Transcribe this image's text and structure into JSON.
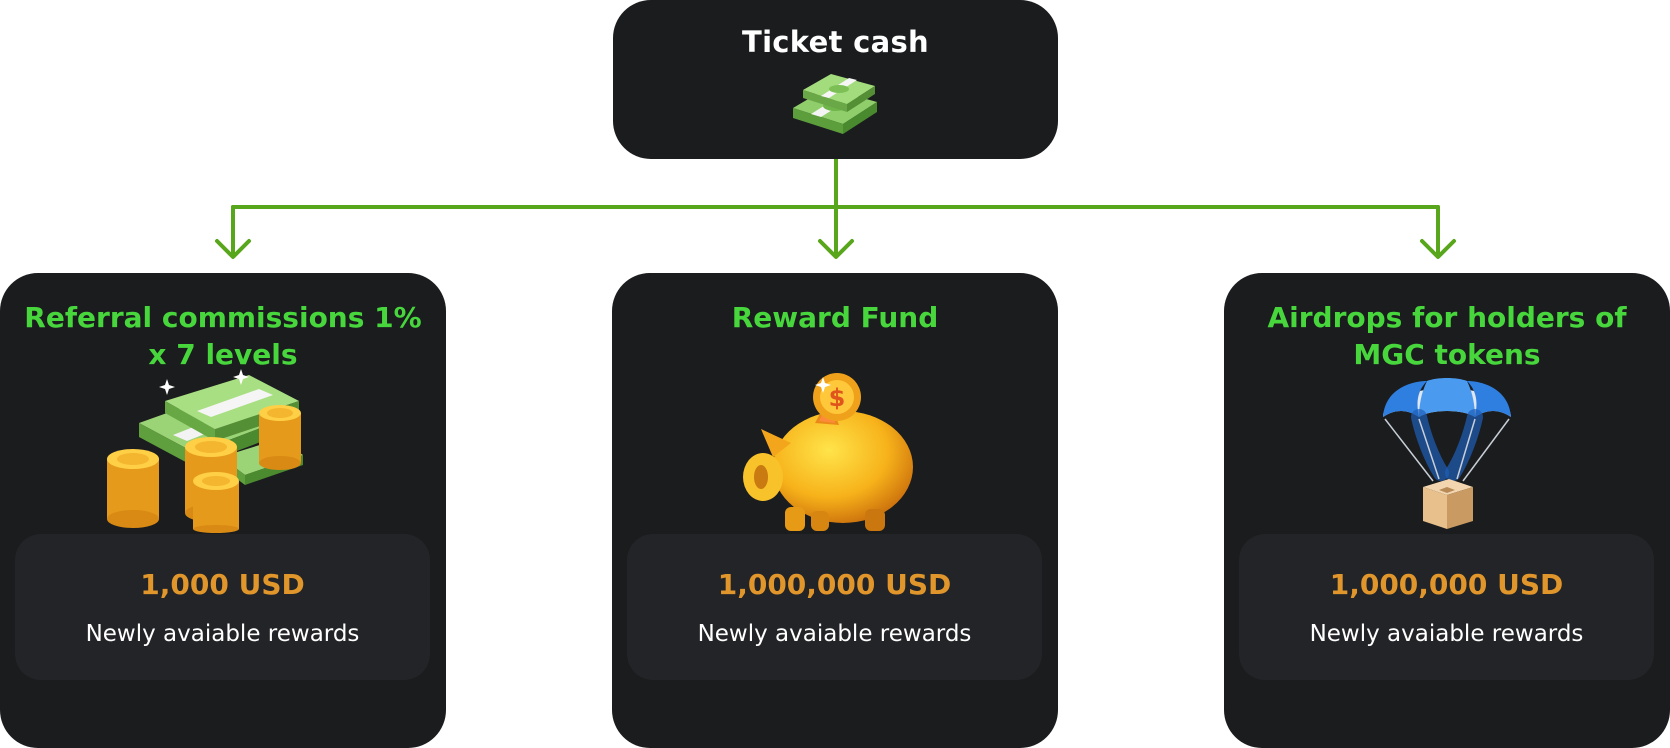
{
  "colors": {
    "page_background": "#ffffff",
    "box_background": "#1b1c1e",
    "panel_background": "#232427",
    "connector_green": "#58a61b",
    "title_green": "#47d73c",
    "amount_orange": "#e1962c",
    "text_white": "#ffffff"
  },
  "source": {
    "title": "Ticket cash",
    "icon": "cash-stack-icon"
  },
  "destinations": [
    {
      "title": "Referral commissions 1% x 7 levels",
      "icon": "money-and-coins-icon",
      "amount": "1,000 USD",
      "caption": "Newly avaiable rewards"
    },
    {
      "title": "Reward Fund",
      "icon": "piggy-bank-icon",
      "amount": "1,000,000 USD",
      "caption": "Newly avaiable rewards"
    },
    {
      "title": "Airdrops for holders of MGC tokens",
      "icon": "parachute-airdrop-icon",
      "amount": "1,000,000 USD",
      "caption": "Newly avaiable rewards"
    }
  ]
}
